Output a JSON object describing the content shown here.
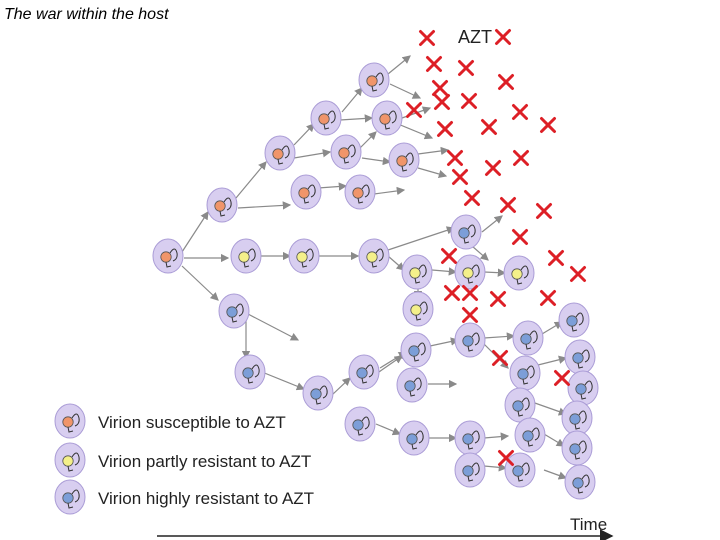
{
  "slide": {
    "title": "The war within the host"
  },
  "diagram": {
    "drug_label": "AZT",
    "time_label": "Time"
  },
  "legend": {
    "items": [
      {
        "label": "Virion susceptible to AZT",
        "type": "susceptible"
      },
      {
        "label": "Virion partly resistant to AZT",
        "type": "partly-resistant"
      },
      {
        "label": "Virion highly resistant to AZT",
        "type": "highly-resistant"
      }
    ]
  },
  "colors": {
    "cell_fill": "#d8cef0",
    "cell_stroke": "#aa9cd6",
    "susceptible": "#f0956a",
    "partly_resistant": "#f4f08a",
    "highly_resistant": "#7c9ed8",
    "kill_mark": "#dd1f26",
    "arrow": "#8a8a8a"
  }
}
